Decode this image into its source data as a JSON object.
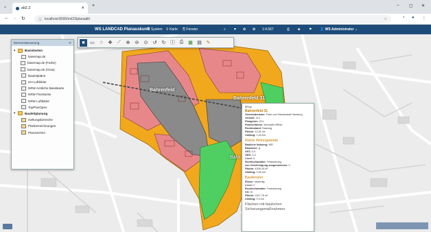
{
  "browser": {
    "tab_title": "sb2.2",
    "url": "localhost:8000/mi/23/planadit/",
    "new_tab": "+",
    "win_min": "–",
    "win_max": "▢",
    "win_close": "✕"
  },
  "appbar": {
    "title": "WS LANDCAD Planauskunft",
    "menus": [
      "System",
      "Karte",
      "Fenster"
    ],
    "scale": "1:4.567",
    "user": "WS Administrator"
  },
  "layer_panel": {
    "title": "Elementsteuerung",
    "items": [
      {
        "label": "Basiskarten",
        "level": 0,
        "bold": true
      },
      {
        "label": "basemap.de",
        "level": 1
      },
      {
        "label": "basemap.de (Farbe)",
        "level": 2
      },
      {
        "label": "basemap.de (Grau)",
        "level": 2
      },
      {
        "label": "Bauleitpläne",
        "level": 1
      },
      {
        "label": "HH Luftbilder",
        "level": 1
      },
      {
        "label": "NRW Amtliche Basiskarte",
        "level": 1
      },
      {
        "label": "NRW Flurstücke",
        "level": 1
      },
      {
        "label": "NRW Luftbilder",
        "level": 1
      },
      {
        "label": "TopPlusOpen",
        "level": 1
      },
      {
        "label": "Bauleitplanung",
        "level": 0,
        "bold": true
      },
      {
        "label": "Geltungsbereiche",
        "level": 1
      },
      {
        "label": "Planbezeichnungen",
        "level": 1
      },
      {
        "label": "Planzeichen",
        "level": 1
      }
    ]
  },
  "map_labels": {
    "bahrenfeld": "Bahrenfeld",
    "bahrenfeld31": "Bahrenfeld 31",
    "bahr": "Bahr"
  },
  "info": {
    "type": "BPlan",
    "name": "Bahrenfeld 31",
    "rows": [
      {
        "k": "Gemeindename:",
        "v": "Freie und Hansestadt Hamburg"
      },
      {
        "k": "Ortsteil:",
        "v": "214"
      },
      {
        "k": "Plangeber:",
        "v": "214"
      },
      {
        "k": "Planverfahren:",
        "v": "Normaler BPlan"
      },
      {
        "k": "Rechtsstand:",
        "v": "Satzung"
      },
      {
        "k": "Fläche:",
        "v": "12,51 ha"
      },
      {
        "k": "Umfang:",
        "v": "1,44 km"
      }
    ],
    "sec1": "Reine Wohngebiete",
    "sec1_rows": [
      {
        "k": "Bauliche Nutzung:",
        "v": "WR"
      },
      {
        "k": "Bauweise:",
        "v": "g"
      },
      {
        "k": "GFZ:",
        "v": "0,9"
      },
      {
        "k": "GRZ:",
        "v": "0,3"
      },
      {
        "k": "Level:",
        "v": "0"
      },
      {
        "k": "Rechtscharakter:",
        "v": "Festsetzung"
      },
      {
        "k": "von Genehmigung ausgenommen:",
        "v": "0"
      },
      {
        "k": "Fläche:",
        "v": "4309,15 m²"
      },
      {
        "k": "Umfang:",
        "v": "0,59 km"
      }
    ],
    "sec2": "Baufenster",
    "sec2_rows": [
      {
        "k": "Ebene:",
        "v": "oberirdig"
      },
      {
        "k": "Level:",
        "v": "2"
      },
      {
        "k": "Rechtscharakter:",
        "v": "Festsetzung"
      },
      {
        "k": "VG:",
        "v": "III"
      },
      {
        "k": "Fläche:",
        "v": "1107,76 m²"
      },
      {
        "k": "Umfang:",
        "v": "0,3 km"
      }
    ],
    "sec3": "Flächen mit baulichen Sicherungsmaßnahmen"
  },
  "colors": {
    "appbar": "#1d4c7a",
    "orange": "#f2a81d",
    "red": "#e8878a",
    "gray": "#8a8a8a",
    "green": "#4fcf62"
  }
}
